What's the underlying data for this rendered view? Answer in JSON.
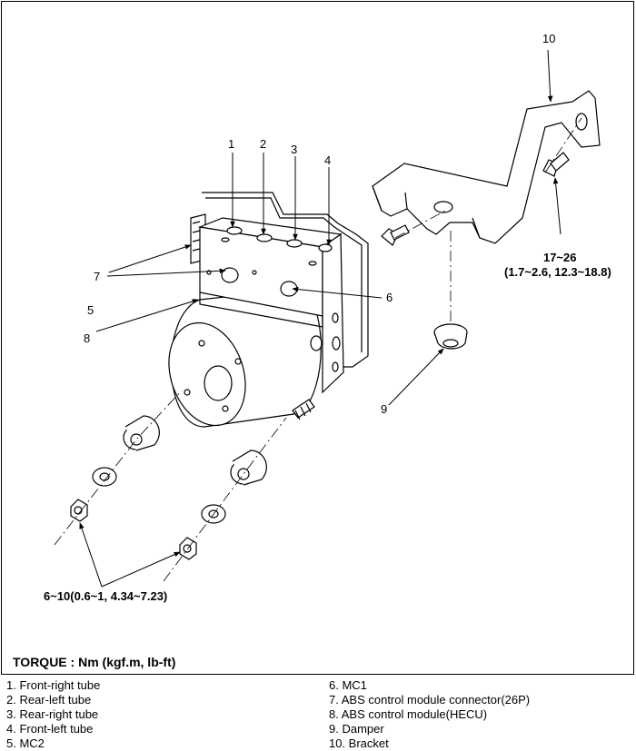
{
  "callouts": [
    "1",
    "2",
    "3",
    "4",
    "5",
    "6",
    "7",
    "8",
    "9",
    "10"
  ],
  "torque": {
    "bracket_bolt_line1": "17~26",
    "bracket_bolt_line2": "(1.7~2.6, 12.3~18.8)",
    "mount_nut": "6~10(0.6~1, 4.34~7.23)",
    "title": "TORQUE : Nm (kgf.m, lb-ft)"
  },
  "legend": {
    "left": [
      "1. Front-right tube",
      "2. Rear-left tube",
      "3. Rear-right tube",
      "4. Front-left tube",
      "5. MC2"
    ],
    "right": [
      "6. MC1",
      "7. ABS control module connector(26P)",
      "8. ABS control module(HECU)",
      "9. Damper",
      "10. Bracket"
    ]
  }
}
